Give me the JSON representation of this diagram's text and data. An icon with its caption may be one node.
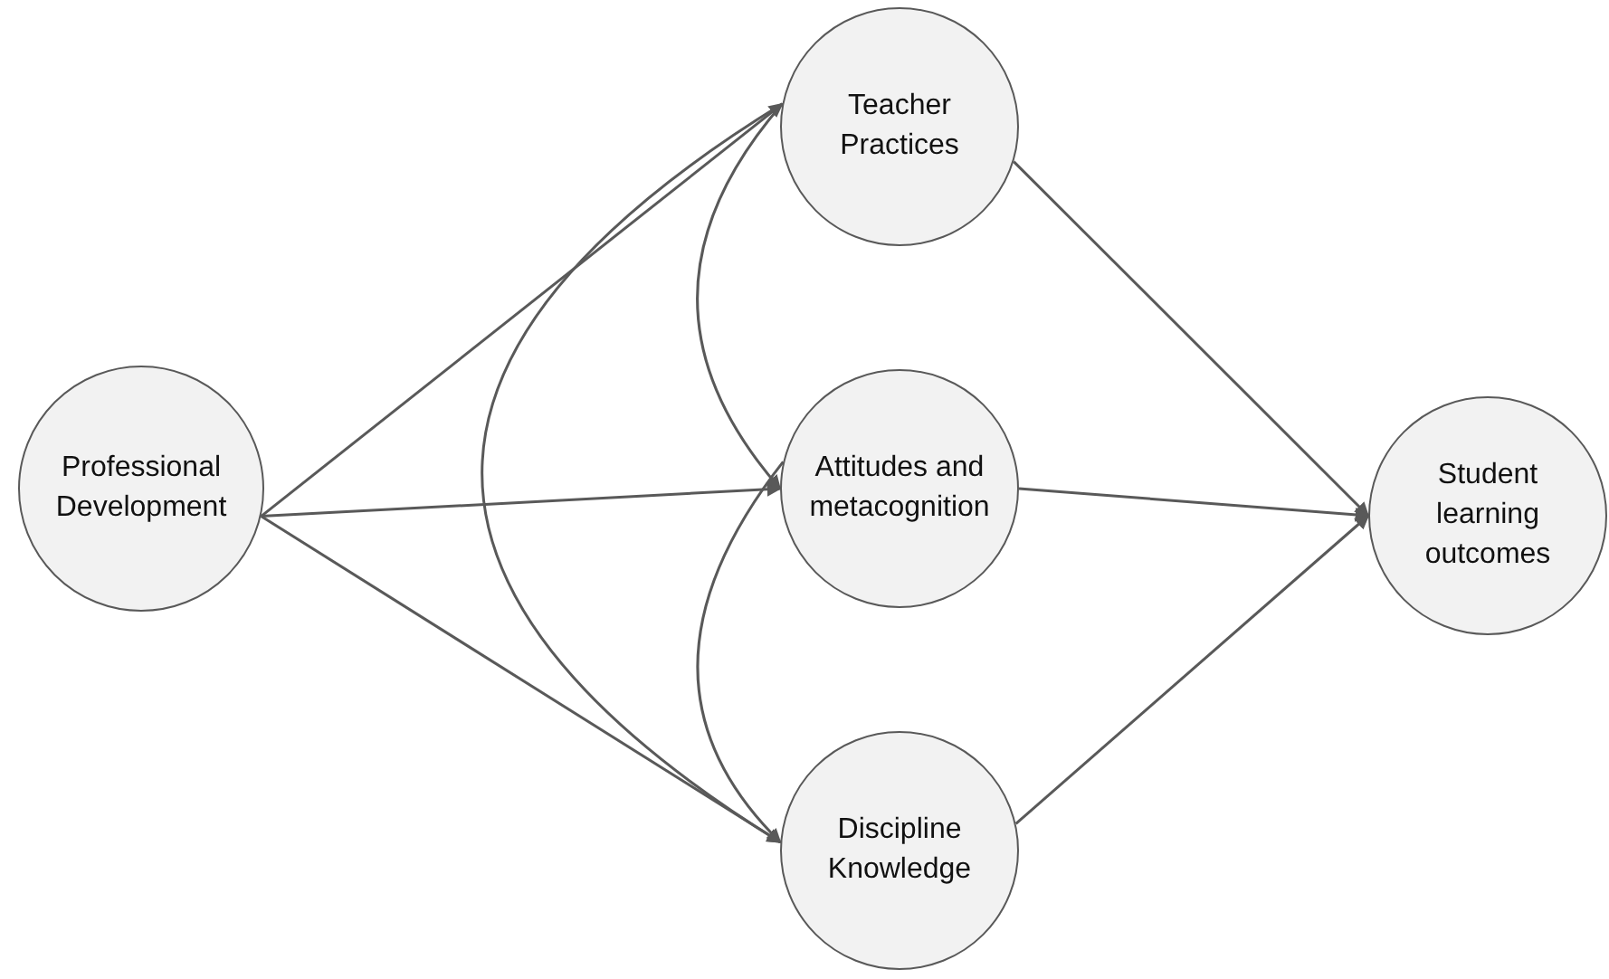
{
  "diagram": {
    "nodes": [
      {
        "text": [
          "Professional Development"
        ]
      },
      {
        "text": [
          "Teacher Practices"
        ]
      },
      {
        "text": [
          "Attitudes and metacognition"
        ]
      },
      {
        "text": [
          "Discipline Knowledge"
        ]
      },
      {
        "text": [
          "Student learning outcomes"
        ]
      }
    ],
    "edges": [
      {
        "from": 0,
        "to": 1,
        "arrow": "to"
      },
      {
        "from": 0,
        "to": 2,
        "arrow": "to"
      },
      {
        "from": 0,
        "to": 3,
        "arrow": "to"
      },
      {
        "from": 1,
        "to": 4,
        "arrow": "to"
      },
      {
        "from": 2,
        "to": 4,
        "arrow": "to"
      },
      {
        "from": 3,
        "to": 4,
        "arrow": "to"
      },
      {
        "from": 1,
        "to": 2,
        "arrow": "to"
      },
      {
        "from": 2,
        "to": 3,
        "arrow": "to"
      },
      {
        "from": 1,
        "to": 3,
        "arrow": "to"
      }
    ]
  }
}
